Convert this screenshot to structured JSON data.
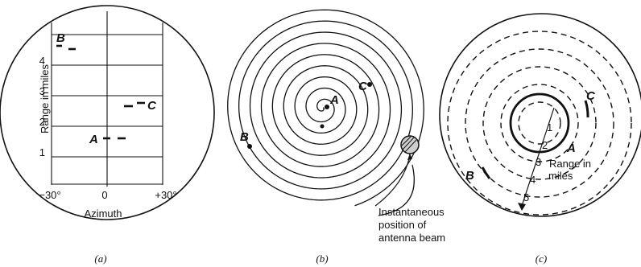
{
  "panel_a": {
    "y_axis_label": "Range in miles",
    "y_ticks": [
      "1",
      "2",
      "3",
      "4"
    ],
    "x_ticks": [
      "−30°",
      "0",
      "+30°"
    ],
    "x_axis_label": "Azimuth",
    "targets": [
      "A",
      "B",
      "C"
    ],
    "caption": "(a)"
  },
  "panel_b": {
    "targets": [
      "A",
      "B",
      "C"
    ],
    "annotation": [
      "Instantaneous",
      "position of",
      "antenna beam"
    ],
    "caption": "(b)"
  },
  "panel_c": {
    "targets": [
      "A",
      "B",
      "C"
    ],
    "ring_numbers": [
      "1",
      "2",
      "3",
      "4",
      "5"
    ],
    "range_label": [
      "Range in",
      "miles"
    ],
    "caption": "(c)"
  }
}
